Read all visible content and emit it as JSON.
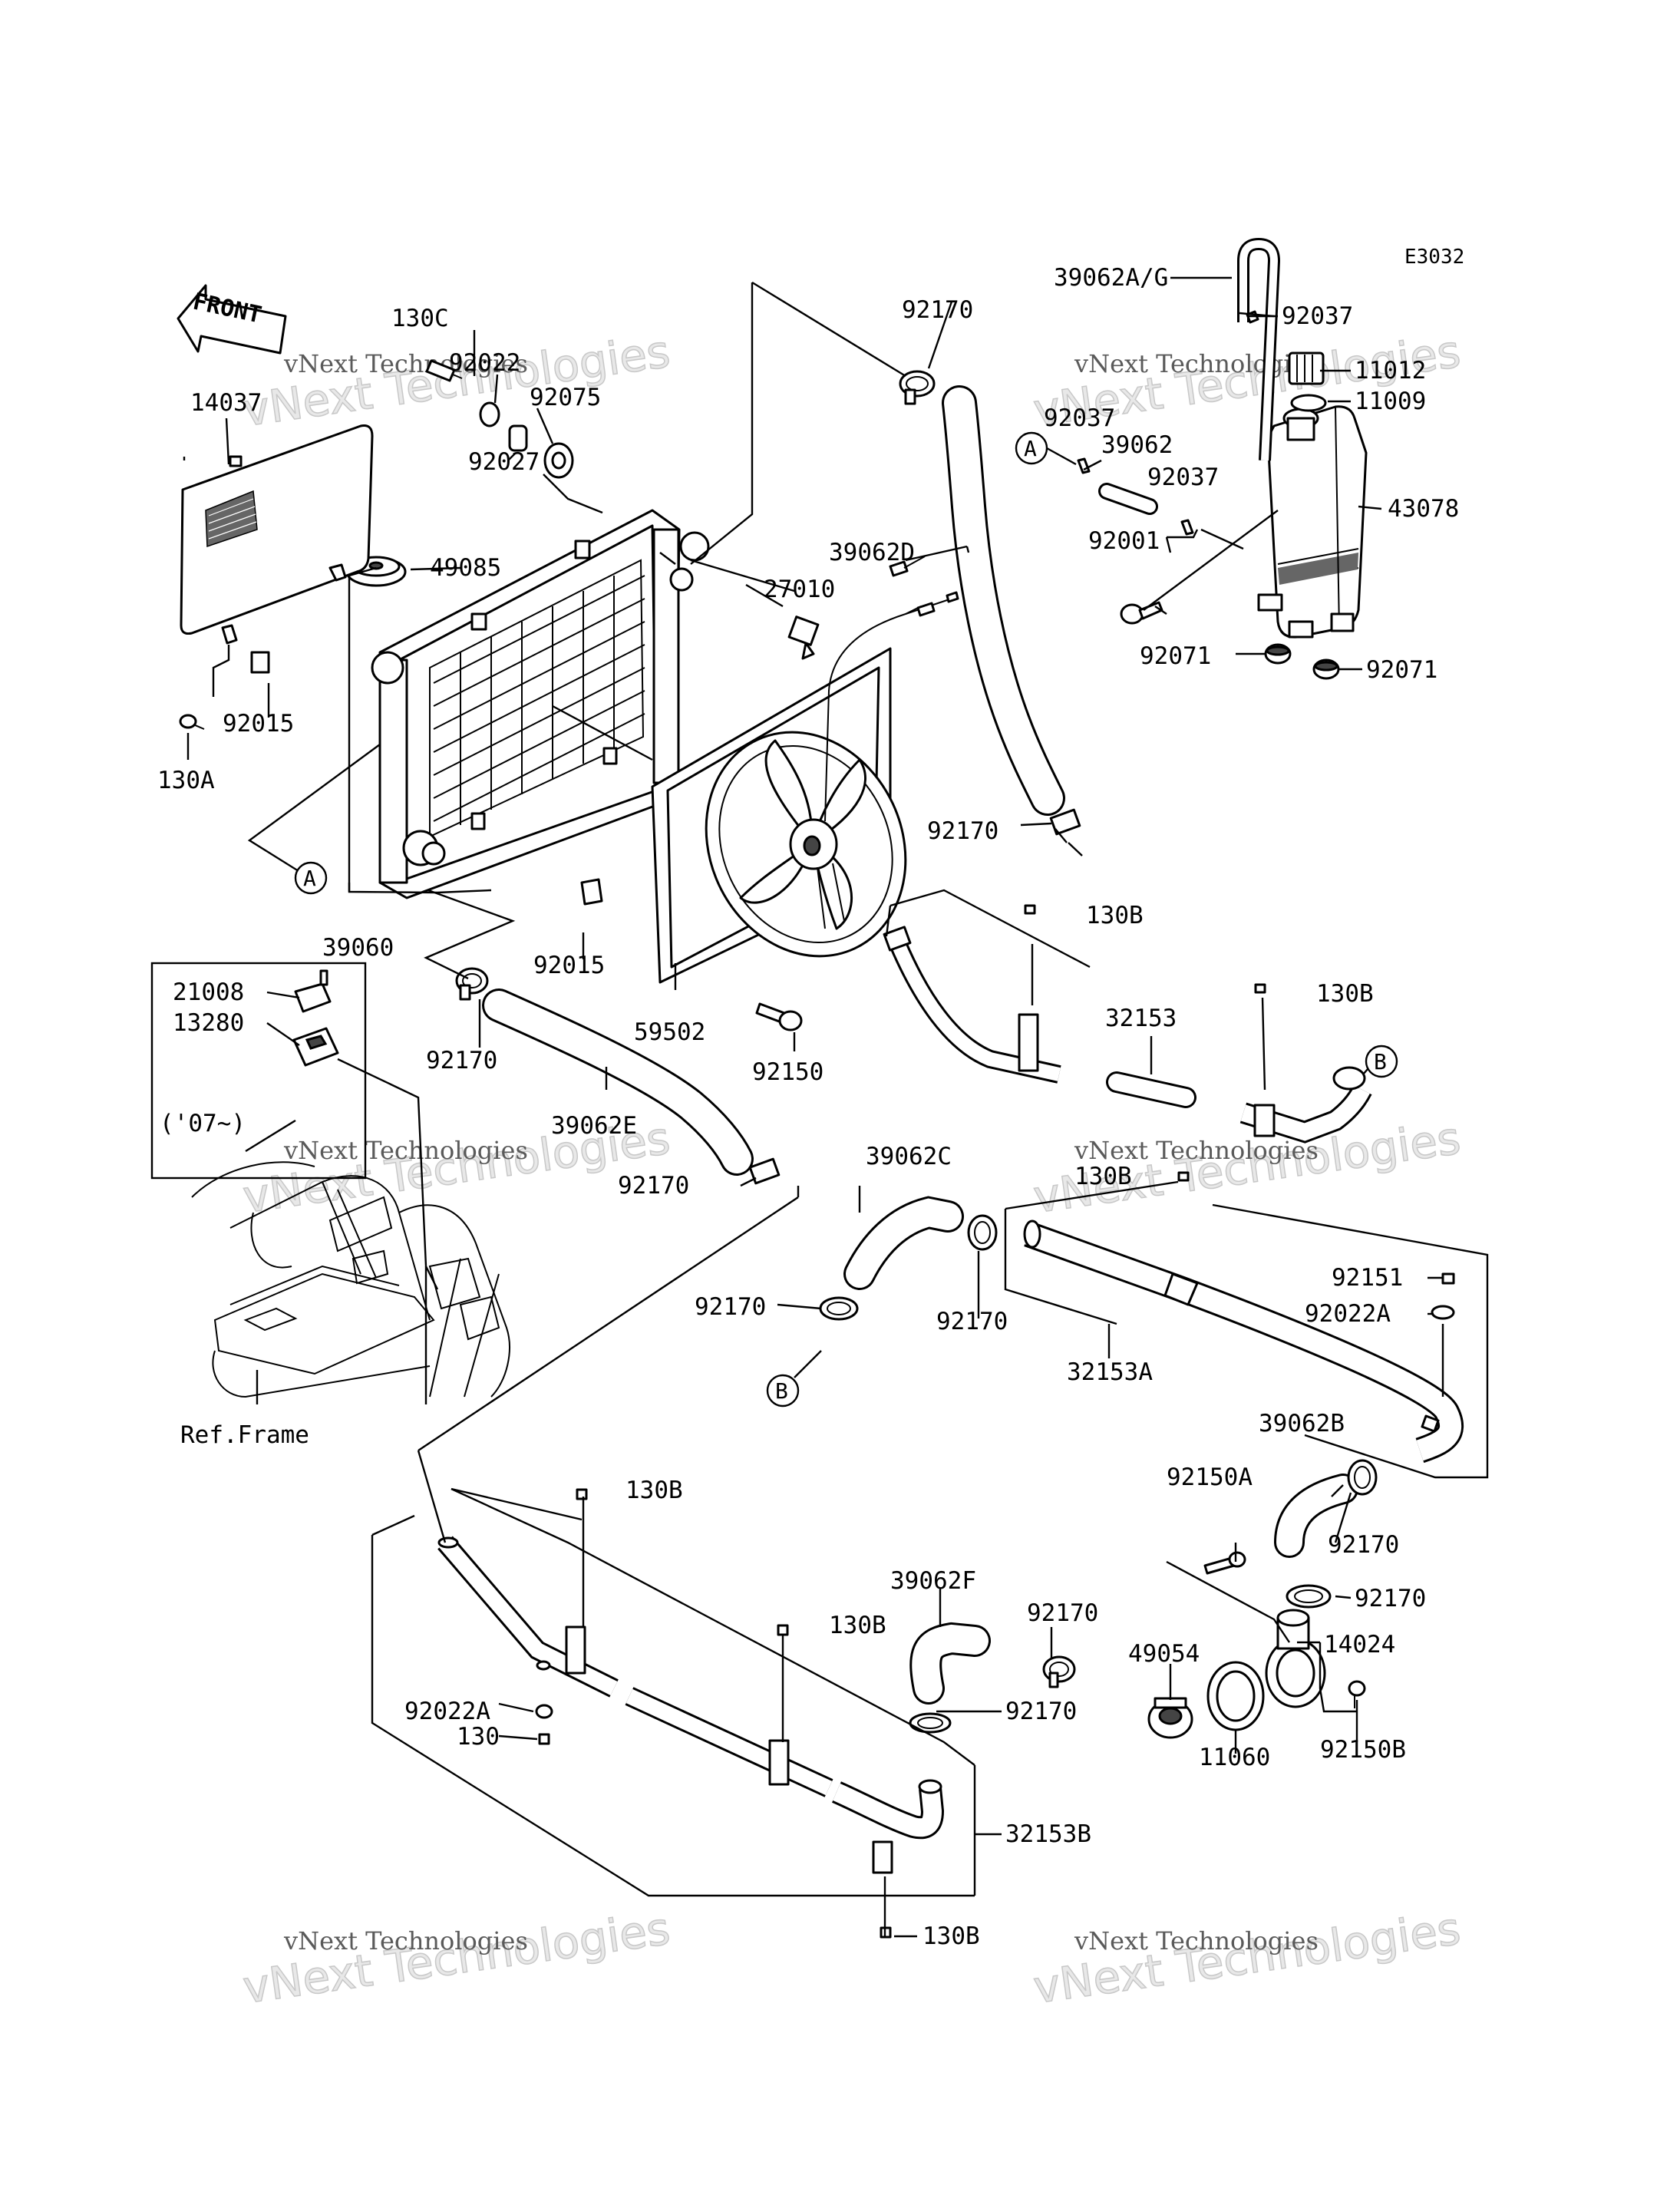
{
  "diagram_code": "E3032",
  "front_arrow_label": "FRONT",
  "ref_frame_label": "Ref.Frame",
  "box_note": "('07~)",
  "watermark": {
    "line1": "vNext Technologies",
    "line2": "vNext Technologies"
  },
  "callouts": {
    "a": "A",
    "b": "B"
  },
  "parts": {
    "p39062ag": "39062A/G",
    "p92037a": "92037",
    "p11012": "11012",
    "p11009": "11009",
    "p92037b": "92037",
    "p39062": "39062",
    "p92037c": "92037",
    "p43078": "43078",
    "p92001": "92001",
    "p92071a": "92071",
    "p92071b": "92071",
    "p92170a": "92170",
    "p39062d": "39062D",
    "p27010": "27010",
    "p130c": "130C",
    "p92022": "92022",
    "p92075": "92075",
    "p92027": "92027",
    "p14037": "14037",
    "p49085": "49085",
    "p92015a": "92015",
    "p130a": "130A",
    "p39060": "39060",
    "p92015b": "92015",
    "p59502": "59502",
    "p92150": "92150",
    "p92170b": "92170",
    "p130b1": "130B",
    "p32153": "32153",
    "p130b2": "130B",
    "p21008": "21008",
    "p13280": "13280",
    "p92170c": "92170",
    "p39062e": "39062E",
    "p92170d": "92170",
    "p39062c": "39062C",
    "p130b3": "130B",
    "p92170e": "92170",
    "p92170f": "92170",
    "p92151": "92151",
    "p92022a1": "92022A",
    "p32153a": "32153A",
    "p39062b": "39062B",
    "p92150a": "92150A",
    "p92170g": "92170",
    "p130b4": "130B",
    "p39062f": "39062F",
    "p92170h": "92170",
    "p92170i": "92170",
    "p49054": "49054",
    "p14024": "14024",
    "p130b5": "130B",
    "p92022a2": "92022A",
    "p130": "130",
    "p11060": "11060",
    "p92150b": "92150B",
    "p32153b": "32153B",
    "p130b6": "130B"
  }
}
